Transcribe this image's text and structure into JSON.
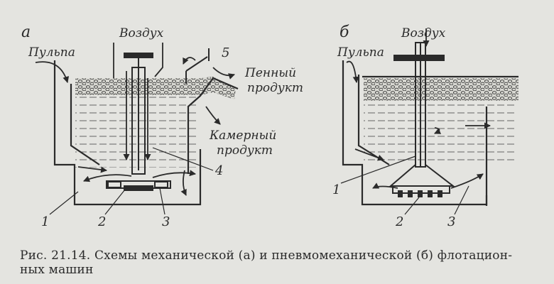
{
  "diagram_a": {
    "letter": "а",
    "air": "Воздух",
    "pulp": "Пульпа",
    "foam_line1": "Пенный",
    "foam_line2": "продукт",
    "chamber_line1": "Камерный",
    "chamber_line2": "продукт",
    "labels": [
      "1",
      "2",
      "3",
      "4",
      "5"
    ]
  },
  "diagram_b": {
    "letter": "б",
    "air": "Воздух",
    "pulp": "Пульпа",
    "labels": [
      "1",
      "2",
      "3"
    ]
  },
  "caption": {
    "line1": "Рис. 21.14. Схемы механической (а) и пневмомеханической (б) флотацион-",
    "line2": "ных машин"
  }
}
